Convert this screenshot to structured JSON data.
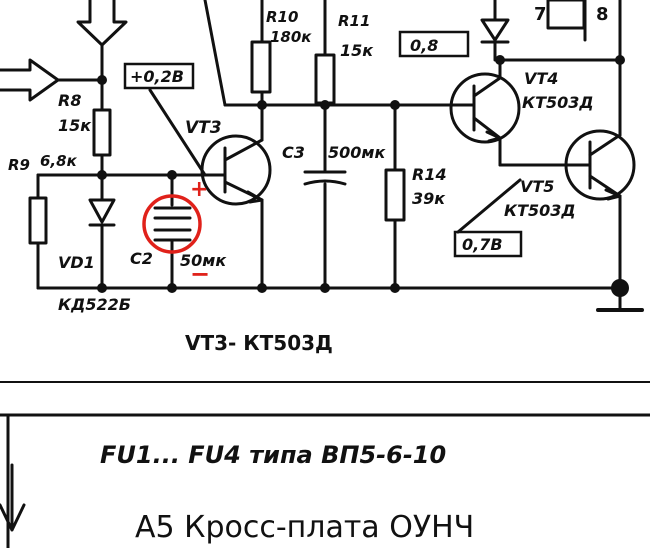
{
  "components": {
    "r8": {
      "ref": "R8",
      "value": "15к"
    },
    "r9": {
      "ref": "R9",
      "value": "6,8к"
    },
    "r10": {
      "ref": "R10",
      "value": "180к"
    },
    "r11": {
      "ref": "R11",
      "value": "15к"
    },
    "r14": {
      "ref": "R14",
      "value": "39к"
    },
    "c2": {
      "ref": "C2",
      "value": "50мк"
    },
    "c3": {
      "ref": "C3",
      "value": "500мк"
    },
    "vd1": {
      "ref": "VD1",
      "type": "КД522Б"
    },
    "vt3": {
      "ref": "VT3"
    },
    "vt4": {
      "ref": "VT4",
      "type": "КТ503Д"
    },
    "vt5": {
      "ref": "VT5",
      "type": "КТ503Д"
    }
  },
  "voltages": {
    "v1": "+0,2В",
    "v2": "0,8",
    "v3": "0,7В"
  },
  "pins": {
    "p7": "7",
    "p8": "8"
  },
  "polarity": {
    "plus": "+",
    "minus": "−"
  },
  "notes": {
    "vt3_type": "VT3- КТ503Д",
    "fuses": "FU1... FU4 типа ВП5-6-10",
    "section_title": "А5 Кросс-плата ОУНЧ"
  },
  "colors": {
    "ink": "#111111",
    "highlight": "#e0211a"
  }
}
